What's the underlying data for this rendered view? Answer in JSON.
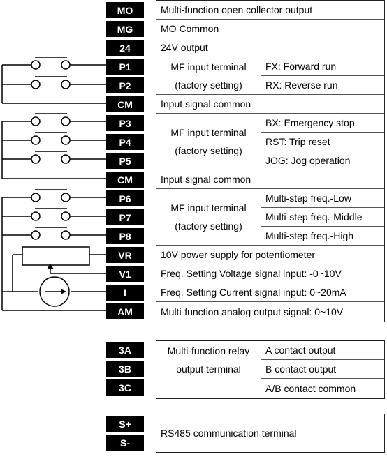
{
  "terminals": {
    "MO": "MO",
    "MG": "MG",
    "T24": "24",
    "P1": "P1",
    "P2": "P2",
    "CM1": "CM",
    "P3": "P3",
    "P4": "P4",
    "P5": "P5",
    "CM2": "CM",
    "P6": "P6",
    "P7": "P7",
    "P8": "P8",
    "VR": "VR",
    "V1": "V1",
    "I": "I",
    "AM": "AM",
    "A3": "3A",
    "B3": "3B",
    "C3": "3C",
    "Splus": "S+",
    "Sminus": "S-"
  },
  "desc": {
    "MO": "Multi-function open collector output",
    "MG": "MO Common",
    "T24": "24V output",
    "group1_line1": "MF input terminal",
    "group1_line2": "(factory setting)",
    "P1": "FX: Forward run",
    "P2": "RX: Reverse run",
    "CM1": "Input signal common",
    "group2_line1": "MF input terminal",
    "group2_line2": "(factory setting)",
    "P3": "BX: Emergency stop",
    "P4": "RST: Trip reset",
    "P5": "JOG: Jog operation",
    "CM2": "Input signal common",
    "group3_line1": "MF input terminal",
    "group3_line2": "(factory setting)",
    "P6": "Multi-step freq.-Low",
    "P7": "Multi-step freq.-Middle",
    "P8": "Multi-step freq.-High",
    "VR": "10V power supply for potentiometer",
    "V1": "Freq. Setting Voltage signal input: -0~10V",
    "I": "Freq. Setting Current signal input: 0~20mA",
    "AM": "Multi-function analog output signal: 0~10V",
    "relay_line1": "Multi-function relay",
    "relay_line2": "output terminal",
    "A3": "A contact output",
    "B3": "B contact output",
    "C3": "A/B contact common",
    "rs485": "RS485 communication terminal"
  }
}
